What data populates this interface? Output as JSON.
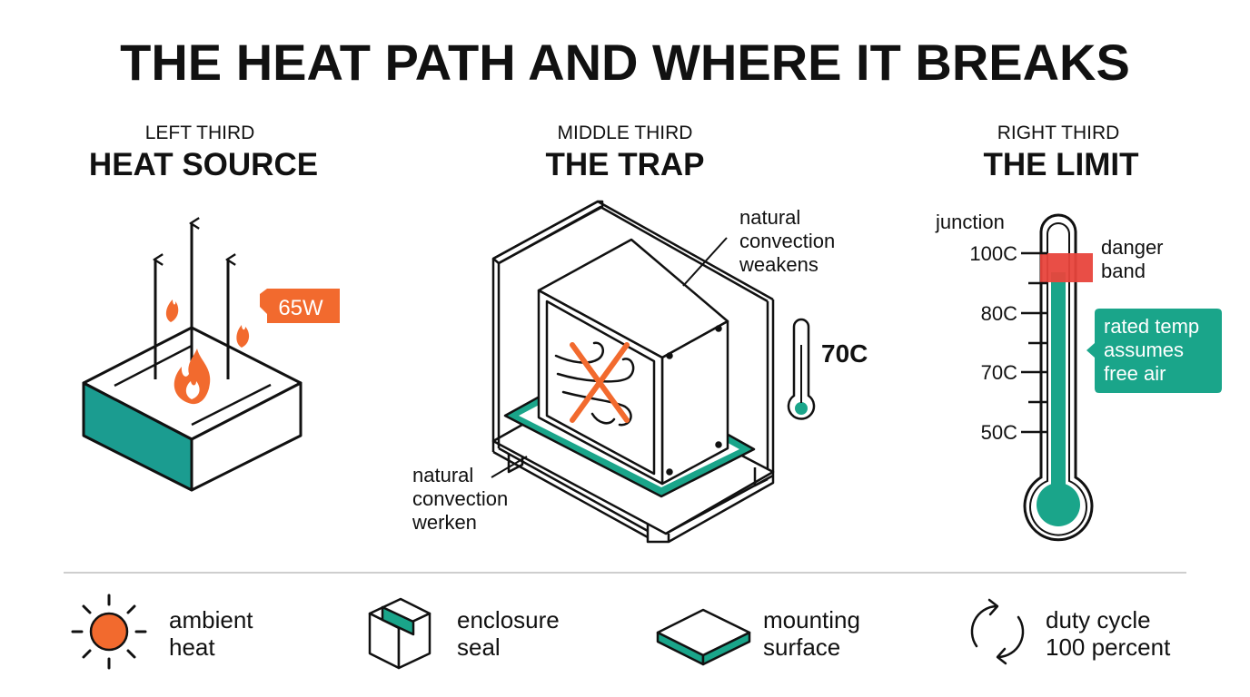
{
  "title": "THE HEAT PATH AND WHERE IT BREAKS",
  "colors": {
    "orange": "#f26a2e",
    "teal": "#1aa58a",
    "red": "#e8453c",
    "ink": "#111111"
  },
  "panels": {
    "left": {
      "subtitle": "LEFT THIRD",
      "heading": "HEAT SOURCE",
      "power_badge": "65W"
    },
    "middle": {
      "subtitle": "MIDDLE THIRD",
      "heading": "THE TRAP",
      "callout_top": [
        "natural",
        "convection",
        "weakens"
      ],
      "callout_bottom": [
        "natural",
        "convection",
        "werken"
      ],
      "temp_label": "70C"
    },
    "right": {
      "subtitle": "RIGHT THIRD",
      "heading": "THE LIMIT",
      "junction_label": "junction",
      "danger_label": [
        "danger",
        "band"
      ],
      "rated_note": [
        "rated temp",
        "assumes",
        "free air"
      ],
      "ticks": [
        "100C",
        "80C",
        "70C",
        "50C"
      ]
    }
  },
  "legend": [
    {
      "icon": "sun-icon",
      "label": [
        "ambient",
        "heat"
      ]
    },
    {
      "icon": "box-icon",
      "label": [
        "enclosure",
        "seal"
      ]
    },
    {
      "icon": "plate-icon",
      "label": [
        "mounting",
        "surface"
      ]
    },
    {
      "icon": "cycle-icon",
      "label": [
        "duty cycle",
        "100 percent"
      ]
    }
  ]
}
